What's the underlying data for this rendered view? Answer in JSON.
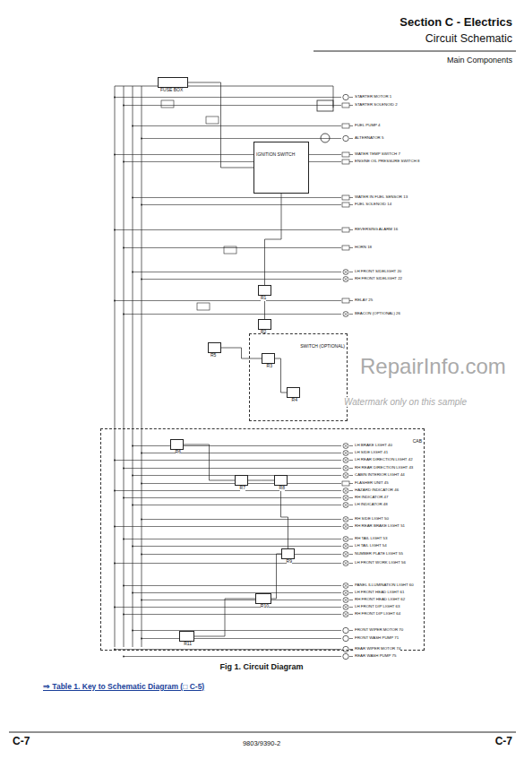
{
  "diagram": {
    "title": "Section C - Electrics",
    "caption": "Fig 1. Circuit Diagram",
    "nodes": [
      {
        "text": [
          "FUSE BOX"
        ]
      },
      {
        "text": [
          "IGNITION SWITCH"
        ]
      },
      {
        "text": [
          "R1"
        ]
      },
      {
        "text": [
          "R2"
        ]
      },
      {
        "text": [
          "SWITCH (OPTIONAL)"
        ]
      },
      {
        "text": [
          "R3"
        ],
        "in": 4
      },
      {
        "text": [
          "R4"
        ],
        "in": 4
      },
      {
        "text": [
          "R5"
        ]
      },
      {
        "text": [
          "CAB"
        ]
      },
      {
        "text": [
          "R6"
        ],
        "in": 8
      },
      {
        "text": [
          "R7"
        ],
        "in": 8
      },
      {
        "text": [
          "R8"
        ],
        "in": 8
      },
      {
        "text": [
          "R9"
        ],
        "in": 8
      },
      {
        "text": [
          "R10"
        ],
        "in": 8
      },
      {
        "text": [
          "R11"
        ],
        "in": 8
      }
    ],
    "edges": [
      {
        "from": 0,
        "to": 1,
        "arrow": "none"
      },
      {
        "from": 1,
        "to": 2,
        "arrow": "none"
      },
      {
        "from": 2,
        "to": 3,
        "arrow": "none"
      },
      {
        "from": 7,
        "to": 5,
        "arrow": "none"
      },
      {
        "from": 5,
        "to": 6,
        "arrow": "none"
      },
      {
        "from": 9,
        "to": 10,
        "arrow": "none"
      },
      {
        "from": 10,
        "to": 11,
        "arrow": "none"
      },
      {
        "from": 11,
        "to": 12,
        "arrow": "none"
      },
      {
        "from": 12,
        "to": 13,
        "arrow": "none"
      },
      {
        "from": 13,
        "to": 14,
        "arrow": "none"
      }
    ],
    "labels": [
      "Circuit Schematic",
      "Main Components",
      "⇒ Table 1. Key to Schematic Diagram (□ C-5)",
      "C-7",
      "9803/9390-2",
      "C-7",
      "RepairInfo.com",
      "Watermark only on this sample",
      "STARTER MOTOR 1",
      "STARTER SOLENOID 2",
      "FUEL PUMP 4",
      "ALTERNATOR 5",
      "WATER TEMP SWITCH 7",
      "ENGINE OIL PRESSURE SWITCH 8",
      "WATER IN FUEL SENSOR 13",
      "FUEL SOLENOID 14",
      "REVERSING ALARM 16",
      "HORN 18",
      "LH FRONT SIDELIGHT 20",
      "RH FRONT SIDELIGHT 22",
      "RELAY 25",
      "BEACON (OPTIONAL) 26",
      "LH BRAKE LIGHT 40",
      "LH SIDE LIGHT 41",
      "LH REAR DIRECTION LIGHT 42",
      "RH REAR DIRECTION LIGHT 43",
      "CABIN INTERIOR LIGHT 44",
      "FLASHER UNIT 45",
      "HAZARD INDICATOR 46",
      "RH INDICATOR 47",
      "LH INDICATOR 48",
      "RH SIDE LIGHT 50",
      "RH REAR BRAKE LIGHT 51",
      "RH TAIL LIGHT 53",
      "LH TAIL LIGHT 54",
      "NUMBER PLATE LIGHT 55",
      "LH FRONT WORK LIGHT 56",
      "PANEL ILLUMINATION LIGHT 60",
      "LH FRONT HEAD LIGHT 61",
      "RH FRONT HEAD LIGHT 62",
      "LH FRONT DIP LIGHT 63",
      "RH FRONT DIP LIGHT 64",
      "FRONT WIPER MOTOR 70",
      "FRONT WASH PUMP 71",
      "REAR WIPER MOTOR 74",
      "REAR WASH PUMP 75"
    ]
  }
}
